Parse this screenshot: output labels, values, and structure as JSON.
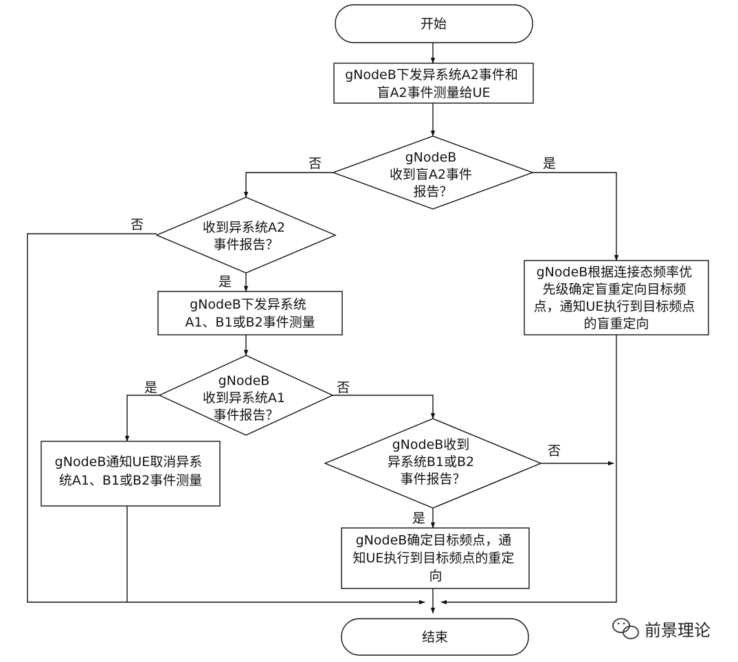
{
  "nodes": {
    "start": "开始",
    "send_a2": [
      "gNodeB下发异系统A2事件和",
      "盲A2事件测量给UE"
    ],
    "recv_blind_a2": [
      "gNodeB",
      "收到盲A2事件",
      "报告？"
    ],
    "recv_a2": [
      "收到异系统A2",
      "事件报告？"
    ],
    "blind_redirect": [
      "gNodeB根据连接态频率优",
      "先级确定盲重定向目标频",
      "点，通知UE执行到目标频点",
      "的盲重定向"
    ],
    "send_a1b1b2": [
      "gNodeB下发异系统",
      "A1、B1或B2事件测量"
    ],
    "recv_a1": [
      "gNodeB",
      "收到异系统A1",
      "事件报告？"
    ],
    "cancel": [
      "gNodeB通知UE取消异系",
      "统A1、B1或B2事件测量"
    ],
    "recv_b1b2": [
      "gNodeB收到",
      "异系统B1或B2",
      "事件报告？"
    ],
    "redirect": [
      "gNodeB确定目标频点，通",
      "知UE执行到目标频点的重定",
      "向"
    ],
    "end": "结束"
  },
  "labels": {
    "yes": "是",
    "no": "否"
  },
  "watermark": {
    "text": "前景理论",
    "icon": "wechat-icon"
  }
}
